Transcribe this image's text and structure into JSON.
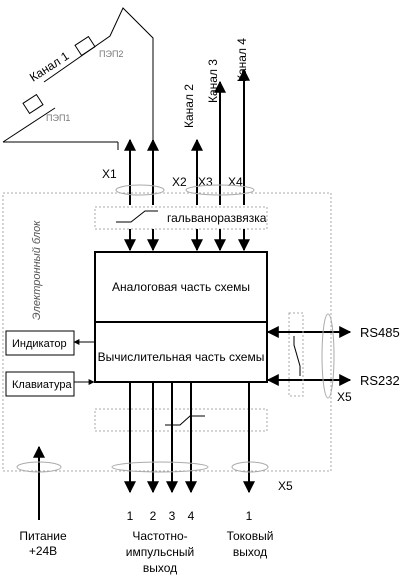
{
  "sensors": {
    "channel1": "Канал 1",
    "pep2": "ПЭП2",
    "pep1": "ПЭП1"
  },
  "channels": {
    "ch2": "Канал 2",
    "ch3": "Канал 3",
    "ch4": "Канал 4"
  },
  "connectors": {
    "x1": "X1",
    "x2": "X2",
    "x3": "X3",
    "x4": "X4",
    "x5_right": "X5",
    "x5_bottom": "X5"
  },
  "blocks": {
    "electronic_unit": "Электронный блок",
    "galvanic_isolation": "гальваноразвязка",
    "analog_part": "Аналоговая часть схемы",
    "computing_part": "Вычислительная часть схемы",
    "indicator": "Индикатор",
    "keyboard": "Клавиатура"
  },
  "interfaces": {
    "rs485": "RS485",
    "rs232": "RS232"
  },
  "bottom": {
    "power_line1": "Питание",
    "power_line2": "+24В",
    "pulse_numbers": [
      "1",
      "2",
      "3",
      "4"
    ],
    "pulse_line1": "Частотно-",
    "pulse_line2": "импульсный",
    "pulse_line3": "выход",
    "current_number": "1",
    "current_line1": "Токовый",
    "current_line2": "выход"
  }
}
